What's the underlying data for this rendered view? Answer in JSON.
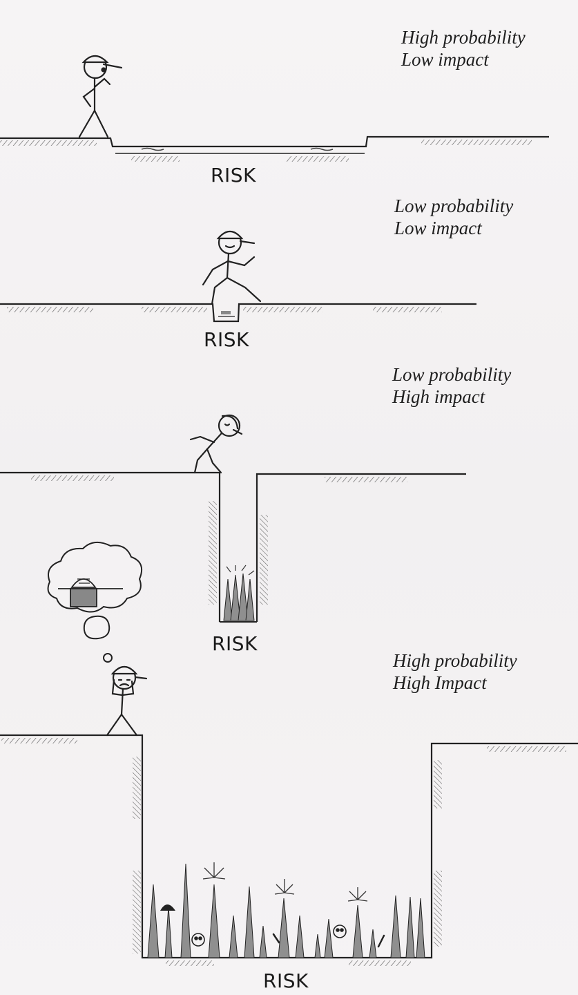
{
  "panels": [
    {
      "probability": "High probability",
      "impact": "Low impact",
      "label": "RISK"
    },
    {
      "probability": "Low probability",
      "impact": "Low impact",
      "label": "RISK"
    },
    {
      "probability": "Low probability",
      "impact": "High impact",
      "label": "RISK"
    },
    {
      "probability": "High probability",
      "impact": "High Impact",
      "label": "RISK"
    }
  ],
  "colors": {
    "ink": "#1f1f1f",
    "paper": "#f4f2f3",
    "spike_fill": "#8f8f8f"
  },
  "icons": [
    "stick-figure-icon",
    "helmet-icon",
    "spike-pit-icon",
    "thought-bubble-icon",
    "skull-icon",
    "bone-icon"
  ]
}
